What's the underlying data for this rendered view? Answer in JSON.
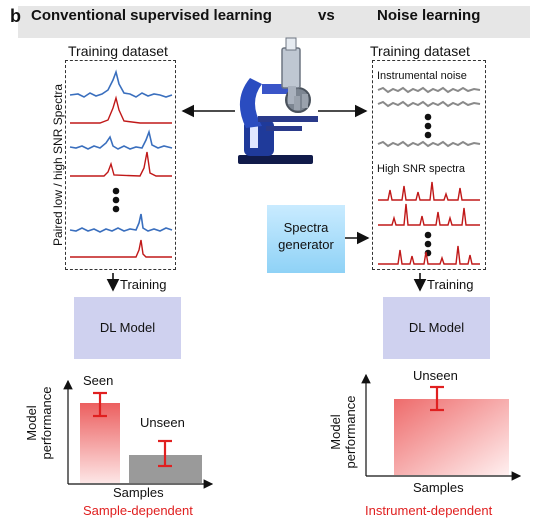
{
  "header": {
    "panel_letter": "b",
    "left_title": "Conventional supervised learning",
    "vs": "vs",
    "right_title": "Noise learning"
  },
  "left": {
    "dataset_title": "Training dataset",
    "side_label": "Paired low / high SNR Spectra",
    "training_label": "Training",
    "model_label": "DL Model",
    "chart": {
      "ylabel_line1": "Model",
      "ylabel_line2": "performance",
      "xlabel": "Samples",
      "seen_label": "Seen",
      "unseen_label": "Unseen",
      "caption": "Sample-dependent"
    }
  },
  "right": {
    "dataset_title": "Training dataset",
    "noise_label": "Instrumental noise",
    "spectra_label": "High SNR spectra",
    "generator_line1": "Spectra",
    "generator_line2": "generator",
    "training_label": "Training",
    "model_label": "DL Model",
    "chart": {
      "ylabel_line1": "Model",
      "ylabel_line2": "performance",
      "xlabel": "Samples",
      "unseen_label": "Unseen",
      "caption": "Instrument-dependent"
    }
  },
  "colors": {
    "noisy_trace": "#3a6fbe",
    "clean_trace": "#c01818",
    "noise_trace": "#8a8a8a",
    "error_bar": "#e02020",
    "caption": "#e02020"
  },
  "icons": [
    "microscope-icon",
    "arrow-left-icon",
    "arrow-right-icon",
    "arrow-down-icon"
  ]
}
